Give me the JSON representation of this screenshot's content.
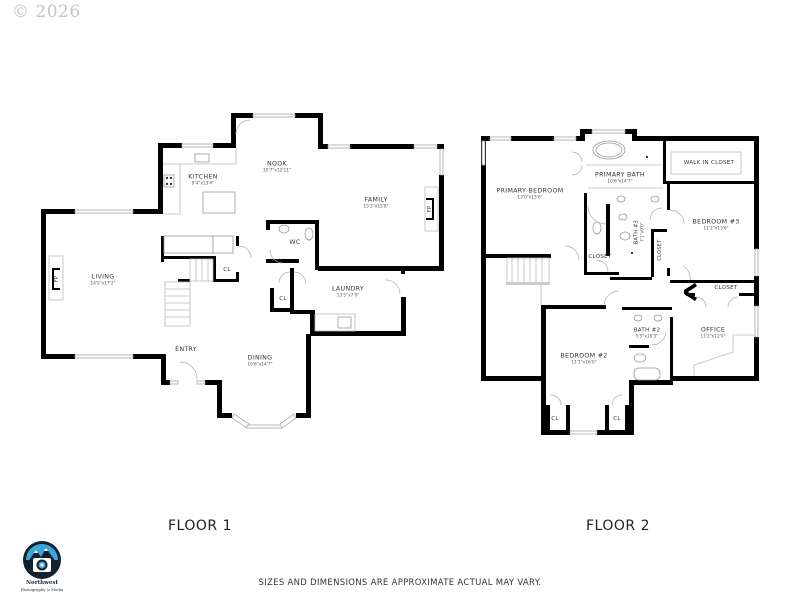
{
  "copyright": "© 2026",
  "floors": [
    {
      "label": "FLOOR 1",
      "rooms": [
        {
          "name": "KITCHEN",
          "dims": "9'4\"x13'4\""
        },
        {
          "name": "NOOK",
          "dims": "10'7\"x12'11\""
        },
        {
          "name": "FAMILY",
          "dims": "15'3\"x15'8\""
        },
        {
          "name": "LIVING",
          "dims": "14'5\"x17'2\""
        },
        {
          "name": "WC",
          "dims": ""
        },
        {
          "name": "CL",
          "dims": ""
        },
        {
          "name": "CL",
          "dims": ""
        },
        {
          "name": "LAUNDRY",
          "dims": "13'5\"x7'9\""
        },
        {
          "name": "ENTRY",
          "dims": ""
        },
        {
          "name": "DINING",
          "dims": "10'8\"x14'7\""
        }
      ],
      "fireplaces": [
        "FP",
        "FP"
      ]
    },
    {
      "label": "FLOOR 2",
      "rooms": [
        {
          "name": "PRIMARY BEDROOM",
          "dims": "13'0\"x15'6\""
        },
        {
          "name": "PRIMARY BATH",
          "dims": "10'6\"x14'7\""
        },
        {
          "name": "WALK IN CLOSET",
          "dims": ""
        },
        {
          "name": "BEDROOM #3",
          "dims": "11'2\"x13'6\""
        },
        {
          "name": "BATH #3",
          "dims": "7'1\"x9'0\""
        },
        {
          "name": "CLOSET",
          "dims": ""
        },
        {
          "name": "CLOSET",
          "dims": ""
        },
        {
          "name": "CLOSET",
          "dims": ""
        },
        {
          "name": "BATH #2",
          "dims": "5'5\"x10'3\""
        },
        {
          "name": "OFFICE",
          "dims": "11'2\"x12'0\""
        },
        {
          "name": "BEDROOM #2",
          "dims": "11'1\"x16'0\""
        },
        {
          "name": "CL",
          "dims": ""
        },
        {
          "name": "CL",
          "dims": ""
        }
      ]
    }
  ],
  "disclaimer": "SIZES AND DIMENSIONS ARE APPROXIMATE ACTUAL MAY VARY.",
  "logo": {
    "icon": "camera-mountain-logo-icon",
    "line1": "Northwest",
    "line2": "Photography & Media",
    "colors": {
      "sky": "#3aa7d8",
      "dark": "#14202c"
    }
  }
}
